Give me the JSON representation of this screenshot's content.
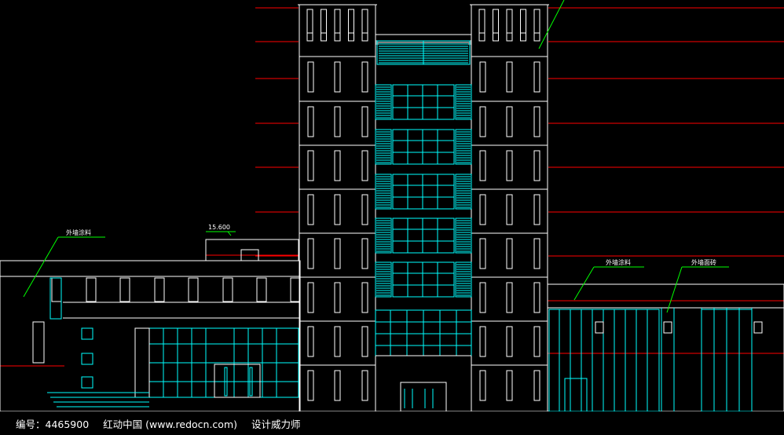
{
  "labels": {
    "elevation": "15.600",
    "wall_paint_left": "外墙涂料",
    "wall_paint_right": "外墙涂料",
    "wall_tile": "外墙面砖"
  },
  "footer": {
    "id_text": "编号：4465900",
    "site_text": "红动中国 (www.redocn.com)",
    "designer_text": "设计威力师"
  },
  "colors": {
    "background": "#000000",
    "outline": "#ffffff",
    "glazing": "#00ffff",
    "level_line": "#ff0000",
    "leader": "#00ff00"
  }
}
